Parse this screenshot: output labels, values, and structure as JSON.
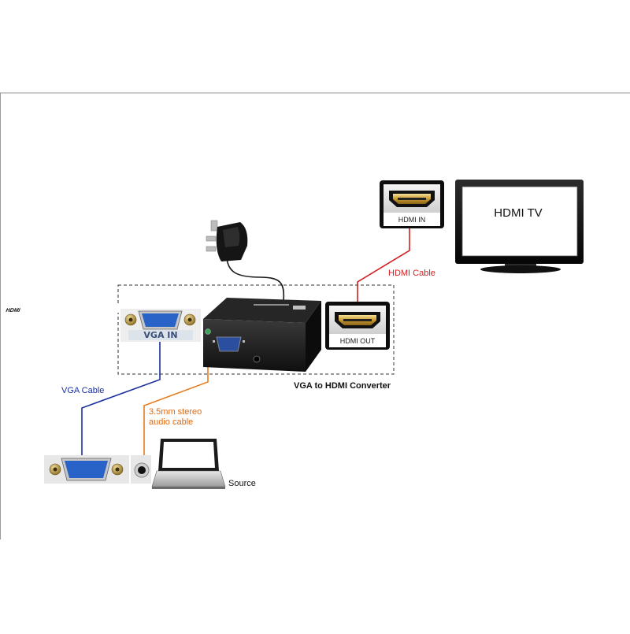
{
  "diagram": {
    "tv_label": "HDMI TV",
    "hdmi_in_label": "HDMI IN",
    "hdmi_out_label": "HDMI OUT",
    "hdmi_cable_label": "HDMI Cable",
    "vga_in_label": "VGA IN",
    "vga_cable_label": "VGA Cable",
    "audio_cable_line1": "3.5mm stereo",
    "audio_cable_line2": "audio cable",
    "converter_label": "VGA to HDMI Converter",
    "source_label": "Source",
    "device_brand": "HDMI",
    "colors": {
      "hdmi_cable": "#d42020",
      "vga_cable": "#1a2f9e",
      "audio_cable": "#e87b1e",
      "vga_cable_label": "#1a2f9e",
      "audio_cable_label": "#e06a10",
      "hdmi_cable_label": "#d42020",
      "converter_body": "#1b1b1b",
      "vga_connector_blue": "#2a63c8"
    }
  }
}
